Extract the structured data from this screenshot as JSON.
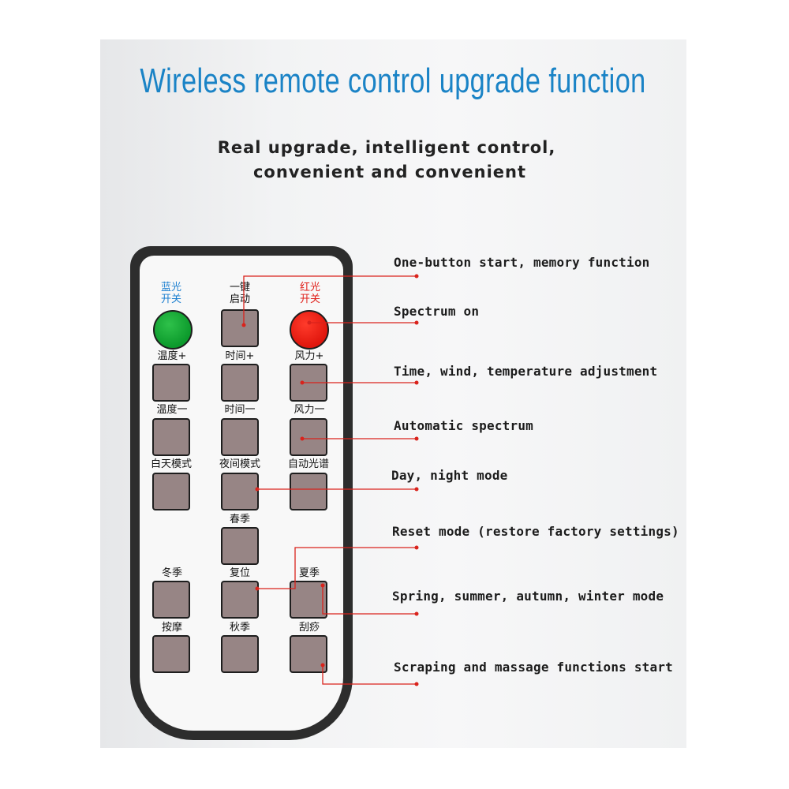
{
  "title": "Wireless remote control upgrade function",
  "subtitle": {
    "line1": "Real upgrade, intelligent control,",
    "line2": "convenient and convenient"
  },
  "remote": {
    "top_buttons": {
      "blue": {
        "line1": "蓝光",
        "line2": "开关",
        "color": "#0c9a2c"
      },
      "one_key": {
        "line1": "一键",
        "line2": "启动"
      },
      "red": {
        "line1": "红光",
        "line2": "开关",
        "color": "#e0160d"
      }
    },
    "labels": {
      "temp_plus": "温度+",
      "time_plus": "时间+",
      "wind_plus": "风力+",
      "temp_minus": "温度一",
      "time_minus": "时间一",
      "wind_minus": "风力一",
      "day_mode": "白天模式",
      "night_mode": "夜间模式",
      "auto_spectrum": "自动光谱",
      "spring": "春季",
      "winter": "冬季",
      "reset": "复位",
      "summer": "夏季",
      "massage": "按摩",
      "autumn": "秋季",
      "scraping": "刮痧"
    }
  },
  "callouts": {
    "one_button": "One-button start, memory function",
    "spectrum_on": "Spectrum on",
    "adjustment": "Time, wind, temperature adjustment",
    "auto_spectrum": "Automatic spectrum",
    "day_night": "Day, night mode",
    "reset": "Reset mode (restore factory settings)",
    "seasons": "Spring, summer, autumn, winter mode",
    "scraping": "Scraping and massage functions start"
  },
  "colors": {
    "title": "#1a83c6",
    "leader_line": "#d9231c",
    "button": "#978585"
  }
}
